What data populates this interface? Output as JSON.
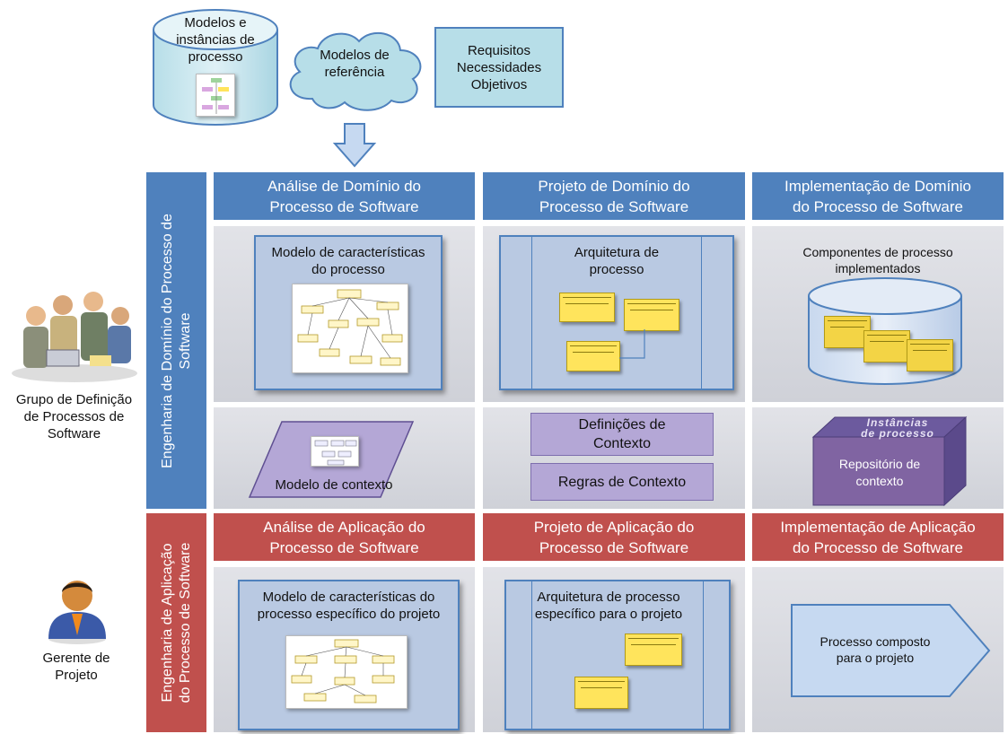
{
  "top": {
    "cylinder_label": "Modelos e\ninstâncias de\nprocesso",
    "cloud_label": "Modelos de\nreferência",
    "requirements_label": "Requisitos\nNecessidades\nObjetivos"
  },
  "actors": {
    "group_label": "Grupo de Definição\nde Processos de\nSoftware",
    "manager_label": "Gerente de\nProjeto"
  },
  "lanes": {
    "domain": "Engenharia de Domínio do Processo de\nSoftware",
    "application": "Engenharia de Aplicação\ndo Processo de Software"
  },
  "domain_headers": [
    "Análise de Domínio do\nProcesso de Software",
    "Projeto de Domínio do\nProcesso de Software",
    "Implementação de Domínio\ndo Processo de Software"
  ],
  "application_headers": [
    "Análise de Aplicação do\nProcesso de Software",
    "Projeto de Aplicação do\nProcesso de Software",
    "Implementação de Aplicação\ndo Processo de Software"
  ],
  "domain_cells": {
    "features_model": "Modelo de características\ndo processo",
    "architecture": "Arquitetura de\nprocesso",
    "components": "Componentes de processo\nimplementados",
    "context_model": "Modelo de contexto",
    "context_definitions": "Definições de\nContexto",
    "context_rules": "Regras de Contexto",
    "repository_top": "Instâncias\nde processo",
    "repository_front": "Repositório de\ncontexto"
  },
  "application_cells": {
    "specific_features": "Modelo de características do\nprocesso específico  do projeto",
    "specific_architecture": "Arquitetura de processo\nespecífico para o projeto",
    "composed_process": "Processo composto\npara o projeto"
  },
  "colors": {
    "header_blue": "#4f81bd",
    "header_red": "#c0504d",
    "cell_gray": "#dcdce1",
    "purple": "#b4a7d6",
    "requirements_fill": "#b7dee8"
  }
}
